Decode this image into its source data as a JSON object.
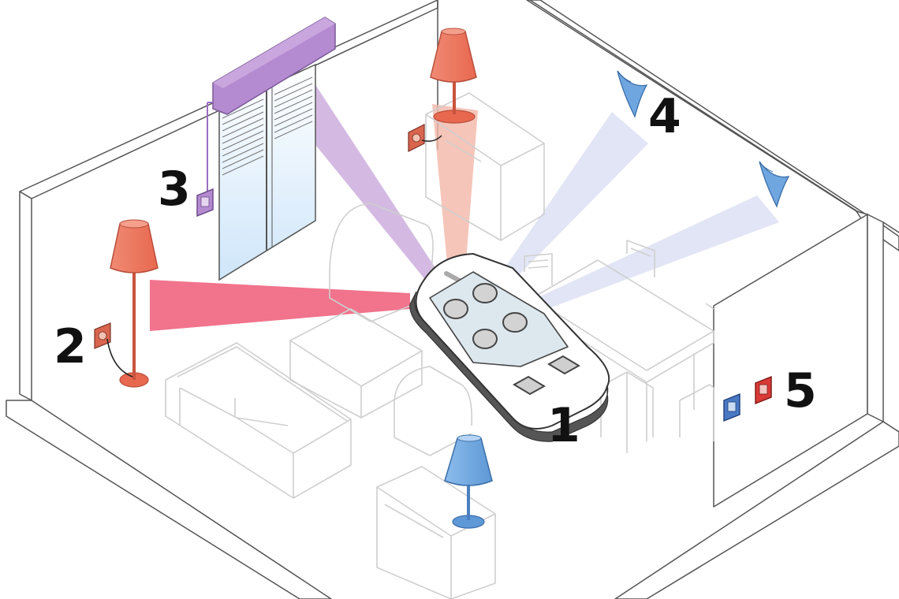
{
  "callouts": {
    "remote": "1",
    "floor_lamp": "2",
    "roller_shutter": "3",
    "ceiling_spots": "4",
    "wall_switches": "5"
  },
  "colors": {
    "wall_outline": "#555555",
    "furniture_outline": "#cfcfcf",
    "lamp_red": "#f07a64",
    "lamp_red_dark": "#c9533e",
    "lamp_blue": "#6fa6e0",
    "shutter_purple": "#b48ad0",
    "beam_red": "#ee5a78",
    "beam_salmon": "#f2b7a8",
    "beam_purple": "#c6a3d8",
    "beam_blue": "#dfe2f4",
    "remote_screen": "#dde7ee",
    "window_glass": "#d8ecfb",
    "switch_blue": "#4a79c4",
    "switch_red": "#d93a36"
  },
  "icons": [
    "remote-control-icon",
    "floor-lamp-icon",
    "table-lamp-icon",
    "roller-shutter-icon",
    "ceiling-spot-icon",
    "wall-socket-icon",
    "wall-switch-icon"
  ]
}
